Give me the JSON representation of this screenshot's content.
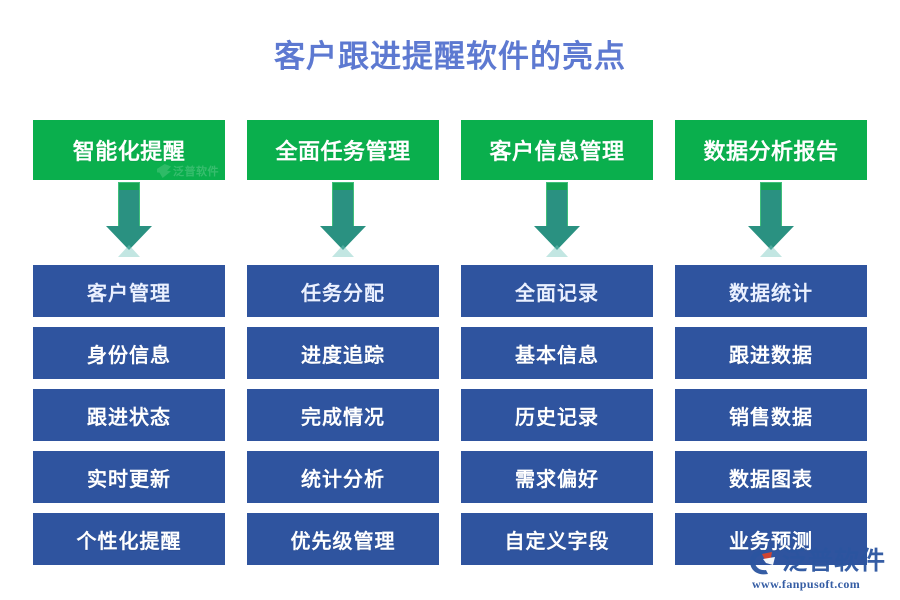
{
  "title": "客户跟进提醒软件的亮点",
  "colors": {
    "title": "#5d79d1",
    "header_green": "#0aaf4d",
    "item_blue": "#2f549f",
    "arrow_teal": "#2a9181",
    "arrow_cap_green": "#14a552",
    "brand_blue": "#2b55a0",
    "background": "#ffffff"
  },
  "watermark": {
    "text": "泛普软件",
    "icon": "fanpu-logo-icon"
  },
  "brand": {
    "name": "泛普软件",
    "url": "www.fanpusoft.com",
    "icon": "fanpu-logo-icon"
  },
  "arrow_icon": "arrow-down-icon",
  "columns": [
    {
      "header": "智能化提醒",
      "items": [
        "客户管理",
        "身份信息",
        "跟进状态",
        "实时更新",
        "个性化提醒"
      ]
    },
    {
      "header": "全面任务管理",
      "items": [
        "任务分配",
        "进度追踪",
        "完成情况",
        "统计分析",
        "优先级管理"
      ]
    },
    {
      "header": "客户信息管理",
      "items": [
        "全面记录",
        "基本信息",
        "历史记录",
        "需求偏好",
        "自定义字段"
      ]
    },
    {
      "header": "数据分析报告",
      "items": [
        "数据统计",
        "跟进数据",
        "销售数据",
        "数据图表",
        "业务预测"
      ]
    }
  ]
}
